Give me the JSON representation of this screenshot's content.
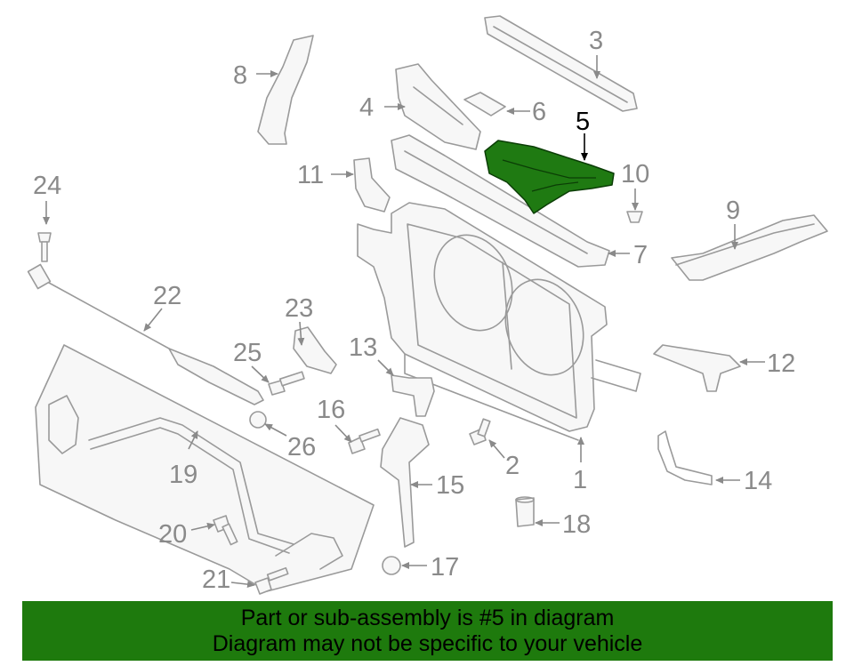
{
  "callouts": {
    "c1": "1",
    "c2": "2",
    "c3": "3",
    "c4": "4",
    "c5": "5",
    "c6": "6",
    "c7": "7",
    "c8": "8",
    "c9": "9",
    "c10": "10",
    "c11": "11",
    "c12": "12",
    "c13": "13",
    "c14": "14",
    "c15": "15",
    "c16": "16",
    "c17": "17",
    "c18": "18",
    "c19": "19",
    "c20": "20",
    "c21": "21",
    "c22": "22",
    "c23": "23",
    "c24": "24",
    "c25": "25",
    "c26": "26"
  },
  "highlight": {
    "part": "5",
    "color": "#1f7a12"
  },
  "banner": {
    "line1": "Part or sub-assembly is #5 in diagram",
    "line2": "Diagram may not be specific to your vehicle",
    "background": "#1e7a0d"
  }
}
